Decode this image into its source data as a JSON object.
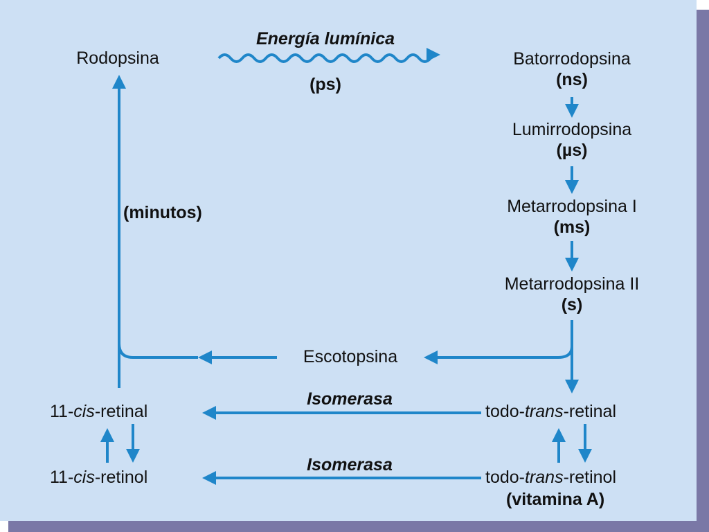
{
  "colors": {
    "arrow": "#1f86c9",
    "panel": "#cde0f4",
    "shadow": "#7a78a6",
    "text": "#111111"
  },
  "nodes": {
    "rodopsina": "Rodopsina",
    "batorrodopsina": "Batorrodopsina",
    "batorrodopsina_time": "(ns)",
    "lumirrodopsina": "Lumirrodopsina",
    "lumirrodopsina_time": "(µs)",
    "metarrodopsina1": "Metarrodopsina I",
    "metarrodopsina1_time": "(ms)",
    "metarrodopsina2": "Metarrodopsina II",
    "metarrodopsina2_time": "(s)",
    "escotopsina": "Escotopsina",
    "cis_retinal_prefix": "11-",
    "cis_retinal_italic": "cis",
    "cis_retinal_suffix": "-retinal",
    "trans_retinal_prefix": "todo-",
    "trans_retinal_italic": "trans",
    "trans_retinal_suffix": "-retinal",
    "cis_retinol_prefix": "11-",
    "cis_retinol_italic": "cis",
    "cis_retinol_suffix": "-retinol",
    "trans_retinol_prefix": "todo-",
    "trans_retinol_italic": "trans",
    "trans_retinol_suffix": "-retinol",
    "vitamina_a": "(vitamina A)"
  },
  "labels": {
    "energia": "Energía lumínica",
    "ps": "(ps)",
    "minutos": "(minutos)",
    "isomerasa_top": "Isomerasa",
    "isomerasa_bottom": "Isomerasa"
  }
}
